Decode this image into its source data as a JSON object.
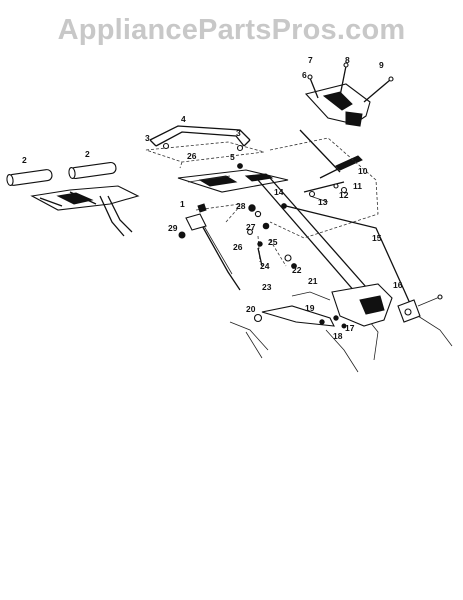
{
  "watermark": {
    "text": "AppliancePartsPros.com"
  },
  "corner_text": "",
  "diagram": {
    "callouts": [
      {
        "id": "c1",
        "label": "1"
      },
      {
        "id": "c2a",
        "label": "2"
      },
      {
        "id": "c2b",
        "label": "2"
      },
      {
        "id": "c3a",
        "label": "3"
      },
      {
        "id": "c3b",
        "label": "3"
      },
      {
        "id": "c4",
        "label": "4"
      },
      {
        "id": "c5",
        "label": "5"
      },
      {
        "id": "c6",
        "label": "6"
      },
      {
        "id": "c7",
        "label": "7"
      },
      {
        "id": "c8",
        "label": "8"
      },
      {
        "id": "c9",
        "label": "9"
      },
      {
        "id": "c10",
        "label": "10"
      },
      {
        "id": "c11",
        "label": "11"
      },
      {
        "id": "c12",
        "label": "12"
      },
      {
        "id": "c13",
        "label": "13"
      },
      {
        "id": "c14",
        "label": "14"
      },
      {
        "id": "c15",
        "label": "15"
      },
      {
        "id": "c16",
        "label": "16"
      },
      {
        "id": "c17",
        "label": "17"
      },
      {
        "id": "c18",
        "label": "18"
      },
      {
        "id": "c19",
        "label": "19"
      },
      {
        "id": "c20",
        "label": "20"
      },
      {
        "id": "c21",
        "label": "21"
      },
      {
        "id": "c22",
        "label": "22"
      },
      {
        "id": "c23",
        "label": "23"
      },
      {
        "id": "c24",
        "label": "24"
      },
      {
        "id": "c25",
        "label": "25"
      },
      {
        "id": "c26a",
        "label": "26"
      },
      {
        "id": "c26b",
        "label": "26"
      },
      {
        "id": "c27",
        "label": "27"
      },
      {
        "id": "c28",
        "label": "28"
      },
      {
        "id": "c29",
        "label": "29"
      }
    ]
  }
}
